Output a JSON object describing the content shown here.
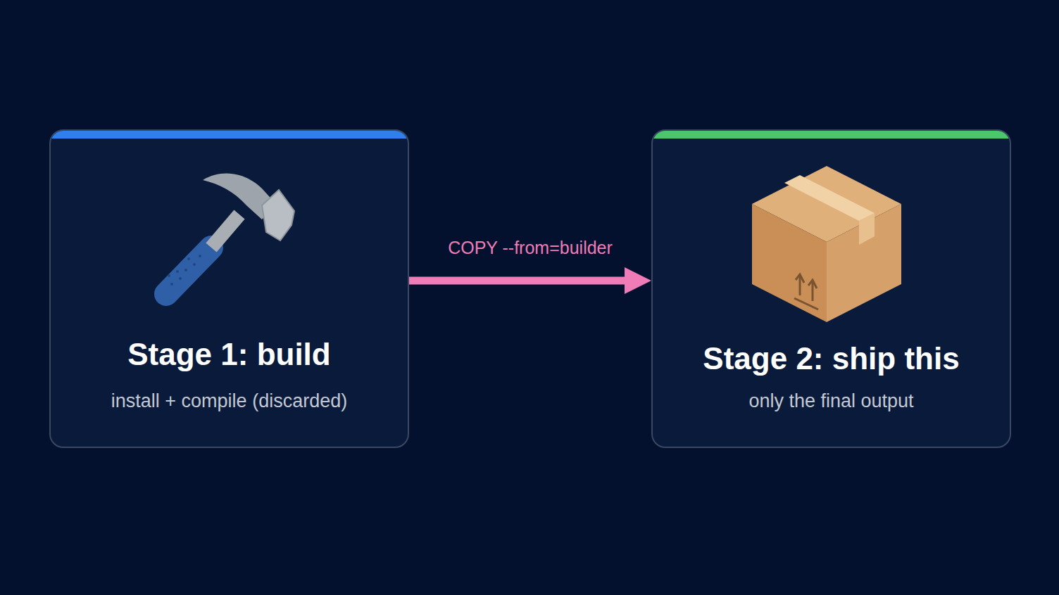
{
  "diagram": {
    "nodes": [
      {
        "text": [
          "Stage 1: build",
          "install + compile (discarded)"
        ]
      },
      {
        "text": [
          "Stage 2: ship this",
          "only the final output"
        ]
      }
    ],
    "edges": [
      {
        "from": 0,
        "to": 1,
        "arrow": "to",
        "label": "COPY --from=builder"
      }
    ]
  }
}
